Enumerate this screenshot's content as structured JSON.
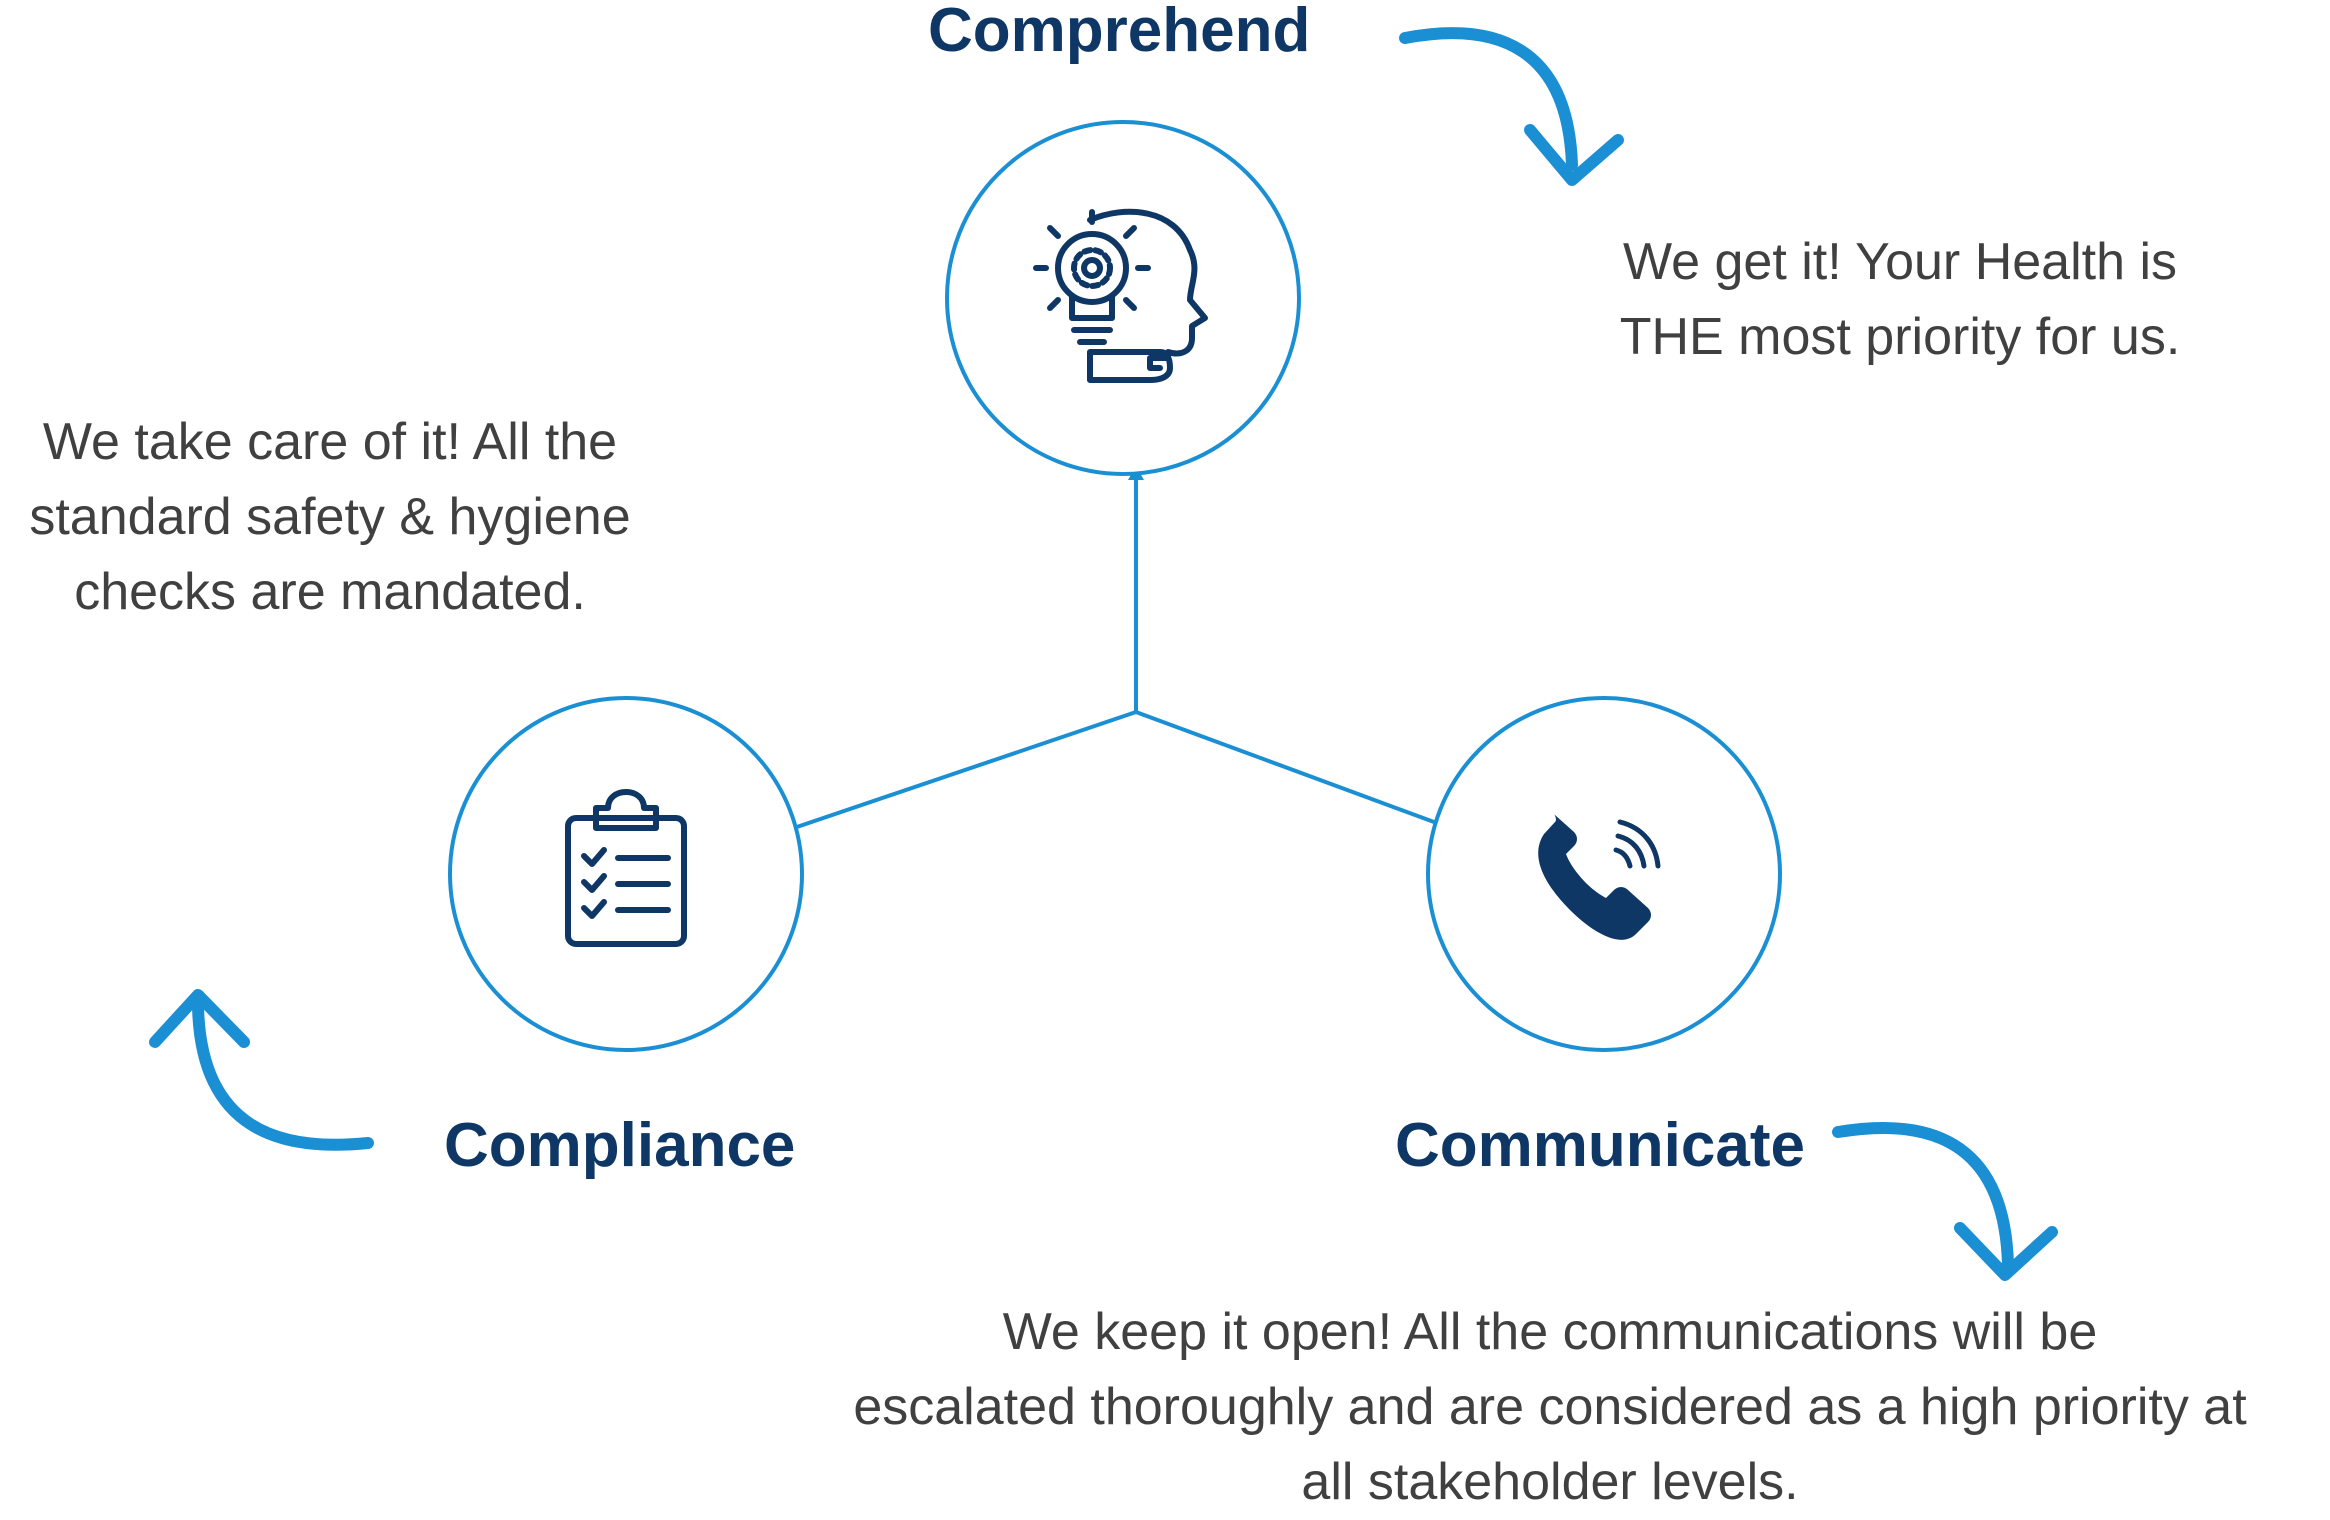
{
  "colors": {
    "accent_blue": "#1b8fd4",
    "icon_navy": "#0f3765",
    "title_navy": "#0f3765",
    "text_gray": "#404040"
  },
  "nodes": {
    "comprehend": {
      "title": "Comprehend",
      "icon": "head-lightbulb-gear-icon",
      "lines": [
        "We get it! Your Health is",
        "THE most priority for us."
      ]
    },
    "compliance": {
      "title": "Compliance",
      "icon": "clipboard-checklist-icon",
      "lines": [
        "We take care of it! All the",
        "standard safety & hygiene",
        "checks are mandated."
      ]
    },
    "communicate": {
      "title": "Communicate",
      "icon": "phone-call-icon",
      "lines": [
        "We keep it open! All the communications will be",
        "escalated thoroughly and are considered as a high priority at",
        "all stakeholder levels."
      ]
    }
  }
}
